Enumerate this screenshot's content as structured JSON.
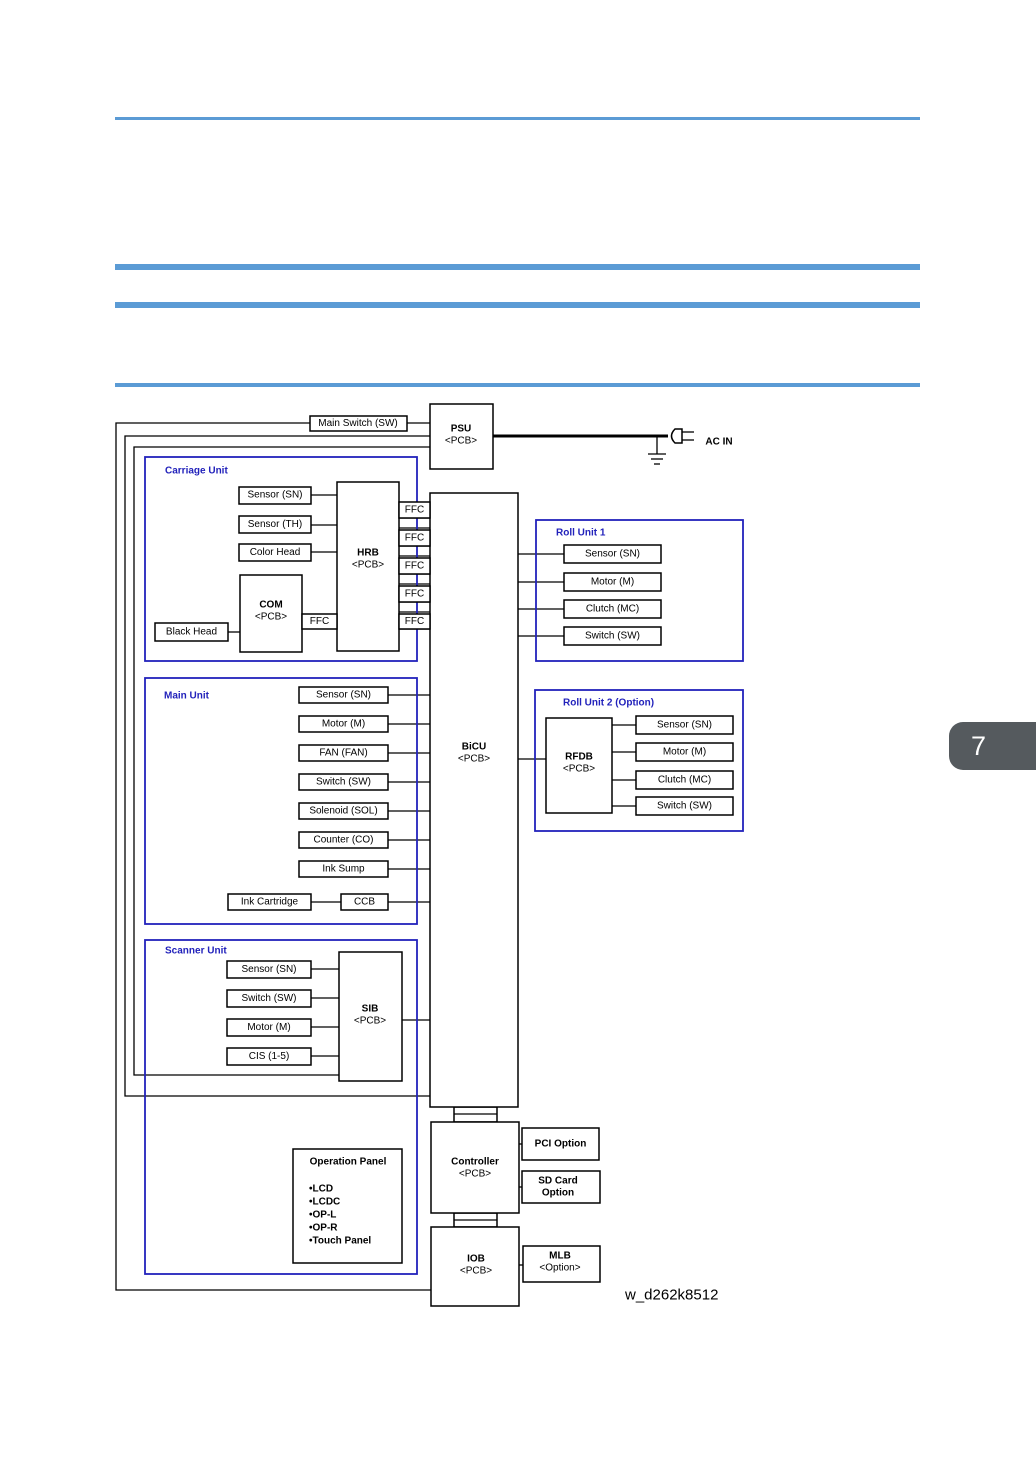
{
  "chapter_tab": "7",
  "figure_id": "w_d262k8512",
  "psu": {
    "name": "PSU",
    "sub": "<PCB>"
  },
  "main_switch": "Main Switch (SW)",
  "ac_in": "AC IN",
  "carriage": {
    "title": "Carriage Unit",
    "items": [
      "Sensor (SN)",
      "Sensor (TH)",
      "Color Head",
      "Black Head"
    ],
    "com": {
      "name": "COM",
      "sub": "<PCB>"
    },
    "hrb": {
      "name": "HRB",
      "sub": "<PCB>"
    },
    "ffc": "FFC"
  },
  "bicu": {
    "name": "BiCU",
    "sub": "<PCB>"
  },
  "roll1": {
    "title": "Roll Unit 1",
    "items": [
      "Sensor (SN)",
      "Motor (M)",
      "Clutch (MC)",
      "Switch (SW)"
    ]
  },
  "roll2": {
    "title": "Roll Unit 2 (Option)",
    "rfdb": {
      "name": "RFDB",
      "sub": "<PCB>"
    },
    "items": [
      "Sensor (SN)",
      "Motor (M)",
      "Clutch (MC)",
      "Switch (SW)"
    ]
  },
  "main_unit": {
    "title": "Main Unit",
    "items": [
      "Sensor (SN)",
      "Motor (M)",
      "FAN (FAN)",
      "Switch (SW)",
      "Solenoid (SOL)",
      "Counter (CO)",
      "Ink Sump"
    ],
    "ink_cartridge": "Ink Cartridge",
    "ccb": "CCB"
  },
  "scanner": {
    "title": "Scanner Unit",
    "items": [
      "Sensor (SN)",
      "Switch (SW)",
      "Motor (M)",
      "CIS (1-5)"
    ],
    "sib": {
      "name": "SIB",
      "sub": "<PCB>"
    }
  },
  "operation_panel": {
    "title": "Operation Panel",
    "items": [
      "•LCD",
      "•LCDC",
      "•OP-L",
      "•OP-R",
      "•Touch Panel"
    ]
  },
  "controller": {
    "name": "Controller",
    "sub": "<PCB>"
  },
  "pci_option": "PCI Option",
  "sd_card": {
    "line1": "SD Card",
    "line2": "Option"
  },
  "iob": {
    "name": "IOB",
    "sub": "<PCB>"
  },
  "mlb": {
    "name": "MLB",
    "sub": "<Option>"
  }
}
